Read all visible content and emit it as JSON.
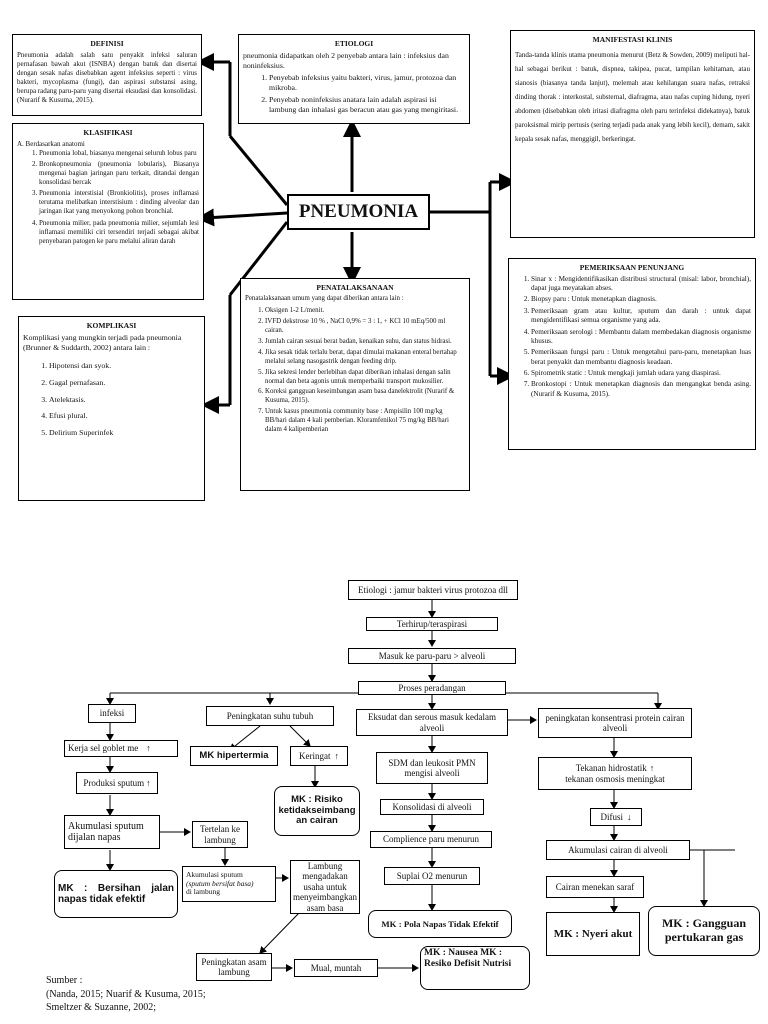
{
  "center": {
    "title": "PNEUMONIA"
  },
  "definisi": {
    "title": "DEFINISI",
    "text": "Pneumonia adalah salah satu penyakit infeksi saluran pernafasan bawah akut (ISNBA) dengan batuk dan disertai dengan sesak nafas disebabkan agent infeksius seperti : virus bakteri, mycoplasma (fungi), dan aspirasi substansi asing, berupa radang paru-paru yang disertai eksudasi dan konsolidasi. (Nurarif & Kusuma, 2015)."
  },
  "etiologi": {
    "title": "ETIOLOGI",
    "intro": "pneumonia didapatkan oleh 2 penyebab antara lain : infeksius dan noninfeksius.",
    "items": [
      "Penyebab infeksius yaitu bakteri, virus, jamur, protozoa dan mikroba.",
      "Penyebab noninfeksius anatara lain adalah aspirasi isi lambung dan inhalasi gas beracun atau gas yang mengiritasi."
    ]
  },
  "manifestasi": {
    "title": "MANIFESTASI KLINIS",
    "text": "Tanda-tanda klinis utama pneumonia menurut (Betz & Sowden, 2009) meliputi hal-hal sebagai berikut : batuk, dispnea, takipea, pucat, tampilan kehitaman, atau sianosis (biasanya tanda lanjut), melemah atau kehilangan suara nafas, retraksi dinding thorak : interkostal, substernal, diafragma, atau nafas cuping hidung, nyeri abdomen (disebabkan oleh iritasi diafragma oleh paru terinfeksi didekatnya), batuk paroksismal mirip pertusis (sering terjadi pada anak yang lebih kecil), demam, sakit kepala sesak nafas, menggigil, berkeringat."
  },
  "klasifikasi": {
    "title": "KLASIFIKASI",
    "sub": "A. Berdasarkan anatomi",
    "items": [
      "Pneumonia lobal, biasanya mengenai seluruh lobus paru",
      "Bronkopneumonia (pneumonia lobularis), Biasanya mengenai bagian jaringan paru terkait, ditandai dengan konsolidasi bercak",
      "Pneumonia interstisial (Bronkiolitis), proses inflamasi terutama melibatkan interstisium : dinding alveolar dan jaringan ikat yang menyokong pohon bronchial.",
      "Pneumonia milier, pada pneumonia milier, sejumlah lesi inflamasi memiliki ciri tersendiri terjadi sebagai akibat penyebaran patogen ke paru melalui aliran darah"
    ]
  },
  "komplikasi": {
    "title": "KOMPLIKASI",
    "intro": "Komplikasi yang mungkin terjadi pada pneumonia (Brunner & Suddarth, 2002) antara lain :",
    "items": [
      "Hipotensi dan syok.",
      "Gagal pernafasan.",
      "Atelektasis.",
      "Efusi plural.",
      "Delirium Superinfek"
    ]
  },
  "penatalaksanaan": {
    "title": "PENATALAKSANAAN",
    "intro": "Penatalaksanaan umum yang dapat diberikan antara lain :",
    "items": [
      "Oksigen 1-2 L/menit.",
      "IVFD dekstrose 10 % , NaCl 0,9% = 3 : 1, + KCl 10 mEq/500 ml cairan.",
      "Jumlah cairan sesuai berat badan, kenaikan suhu, dan status hidrasi.",
      "Jika sesak tidak terlalu berat, dapat dimulai makanan enteral bertahap melalui selang nasogastrik dengan feeding drip.",
      "Jika sekresi lender berlebihan dapat diberikan inhalasi dengan salin normal dan beta agonis untuk memperbaiki transport mukosilier.",
      "Koreksi gangguan keseimbangan asam basa danelektrolit (Nurarif & Kusuma, 2015).",
      "Untuk kasus pneumonia community base : Ampisilin 100 mg/kg BB/hari dalam 4 kali pemberian. Kloramfenikol 75 mg/kg BB/hari dalam 4 kalipemberian"
    ]
  },
  "pemeriksaan": {
    "title": "PEMERIKSAAN PENUNJANG",
    "items": [
      "Sinar x : Mengidentifikasikan distribusi structural (misal: labor, bronchial), dapat juga meyatakan abses.",
      "Biopsy paru : Untuk menetapkan diagnosis.",
      "Pemeriksaan gram atau kultur, sputum dan darah : untuk dapat mengidentifikasi semua organisme yang ada.",
      "Pemeriksaan serologi : Membantu dalam membedakan diagnosis organisme khusus.",
      "Pemeriksaan fungsi paru : Untuk mengetahui paru-paru, menetapkan luas berat penyakit dan membantu diagnosis keadaan.",
      "Spirometrik static : Untuk mengkaji jumlah udara yang diaspirasi.",
      "Bronkostopi : Untuk menetapkan diagnosis dan mengangkat benda asing. (Nurarif & Kusuma, 2015)."
    ]
  },
  "flow": {
    "n1": "Etiologi : jamur bakteri virus protozoa dll",
    "n2": "Terhirup/teraspirasi",
    "n3": "Masuk ke paru-paru > alveoli",
    "n4": "Proses peradangan",
    "infeksi": "infeksi",
    "goblet": "Kerja sel goblet me",
    "produksi": "Produksi sputum",
    "akumulasi_sputum": "Akumulasi sputum dijalan napas",
    "mk_bersihan": "MK : Bersihan jalan napas tidak efektif",
    "tertelan": "Tertelan ke lambung",
    "akumulasi_lambung_1": "Akumulasi sputum",
    "akumulasi_lambung_2": "(sputum bersifat basa)",
    "akumulasi_lambung_3": "di lambung",
    "lambung": "Lambung mengadakan usaha untuk menyeimbangkan asam basa",
    "asam": "Peningkatan asam lambung",
    "mual": "Mual, muntah",
    "mk_nausea": "MK : Nausea MK : Resiko Defisit Nutrisi",
    "suhu": "Peningkatan suhu tubuh",
    "mk_hipertermia": "MK hipertermia",
    "keringat": "Keringat",
    "mk_risiko": "MK : Risiko ketidakseimbang an cairan",
    "eksudat": "Eksudat dan serous masuk kedalam alveoli",
    "sdm": "SDM dan leukosit PMN mengisi alveoli",
    "konsolidasi": "Konsolidasi di alveoli",
    "complience": "Complience paru menurun",
    "suplai": "Suplai O2 menurun",
    "mk_pola": "MK : Pola Napas Tidak Efektif",
    "protein": "peningkatan konsentrasi protein cairan alveoli",
    "tekanan_1": "Tekanan hidrostatik",
    "tekanan_2": "tekanan osmosis meningkat",
    "difusi": "Difusi",
    "akumulasi_cairan": "Akumulasi cairan di alveoli",
    "cairan_saraf": "Cairan menekan saraf",
    "mk_nyeri": "MK : Nyeri akut",
    "mk_gangguan": "MK : Gangguan pertukaran gas"
  },
  "source": {
    "label": "Sumber :",
    "line1": "(Nanda, 2015; Nuarif & Kusuma, 2015;",
    "line2": "Smeltzer & Suzanne, 2002;"
  }
}
